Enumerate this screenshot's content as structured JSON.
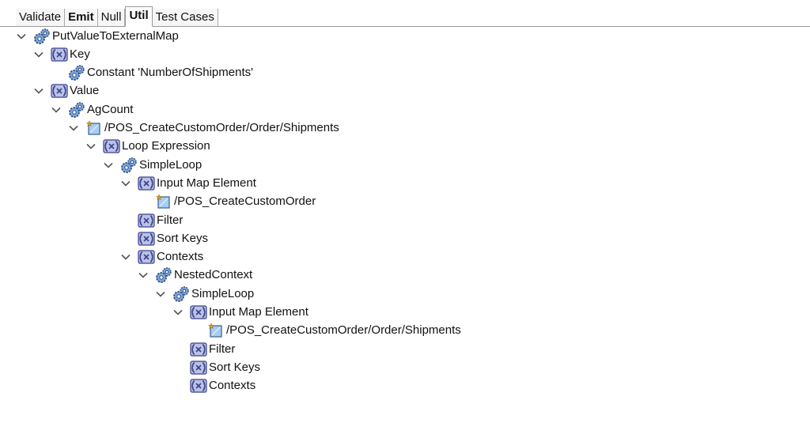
{
  "tabs": [
    {
      "label": "Validate",
      "style": "normal"
    },
    {
      "label": "Emit",
      "style": "bold"
    },
    {
      "label": "Null",
      "style": "normal"
    },
    {
      "label": "Util",
      "style": "active"
    },
    {
      "label": "Test Cases",
      "style": "normal"
    }
  ],
  "tree": {
    "rows": [
      {
        "label": "PutValueToExternalMap",
        "icon": "function-gear-icon",
        "expanded": true,
        "level": 0
      },
      {
        "label": "Key",
        "icon": "parameter-bracket-icon",
        "expanded": true,
        "level": 1
      },
      {
        "label": "Constant 'NumberOfShipments'",
        "icon": "function-gear-icon",
        "expanded": null,
        "level": 2
      },
      {
        "label": "Value",
        "icon": "parameter-bracket-icon",
        "expanded": true,
        "level": 1
      },
      {
        "label": "AgCount",
        "icon": "function-gear-icon",
        "expanded": true,
        "level": 2
      },
      {
        "label": "/POS_CreateCustomOrder/Order/Shipments",
        "icon": "map-element-icon",
        "expanded": true,
        "level": 3
      },
      {
        "label": "Loop Expression",
        "icon": "parameter-bracket-icon",
        "expanded": true,
        "level": 4
      },
      {
        "label": "SimpleLoop",
        "icon": "function-gear-icon",
        "expanded": true,
        "level": 5
      },
      {
        "label": "Input Map Element",
        "icon": "parameter-bracket-icon",
        "expanded": true,
        "level": 6
      },
      {
        "label": "/POS_CreateCustomOrder",
        "icon": "map-element-icon",
        "expanded": null,
        "level": 7
      },
      {
        "label": "Filter",
        "icon": "parameter-bracket-icon",
        "expanded": null,
        "level": 6
      },
      {
        "label": "Sort Keys",
        "icon": "parameter-bracket-icon",
        "expanded": null,
        "level": 6
      },
      {
        "label": "Contexts",
        "icon": "parameter-bracket-icon",
        "expanded": true,
        "level": 6
      },
      {
        "label": "NestedContext",
        "icon": "function-gear-icon",
        "expanded": true,
        "level": 7
      },
      {
        "label": "SimpleLoop",
        "icon": "function-gear-icon",
        "expanded": true,
        "level": 8
      },
      {
        "label": "Input Map Element",
        "icon": "parameter-bracket-icon",
        "expanded": true,
        "level": 9
      },
      {
        "label": "/POS_CreateCustomOrder/Order/Shipments",
        "icon": "map-element-icon",
        "expanded": null,
        "level": 10
      },
      {
        "label": "Filter",
        "icon": "parameter-bracket-icon",
        "expanded": null,
        "level": 9
      },
      {
        "label": "Sort Keys",
        "icon": "parameter-bracket-icon",
        "expanded": null,
        "level": 9
      },
      {
        "label": "Contexts",
        "icon": "parameter-bracket-icon",
        "expanded": null,
        "level": 9
      }
    ]
  },
  "colors": {
    "gear_dark": "#2f4f86",
    "gear_light": "#7fa6d8",
    "bracket_dark": "#3b3f8c",
    "bracket_fill": "#b9c3e6",
    "map_fill": "#a9cdf0",
    "map_star": "#e0a020"
  }
}
